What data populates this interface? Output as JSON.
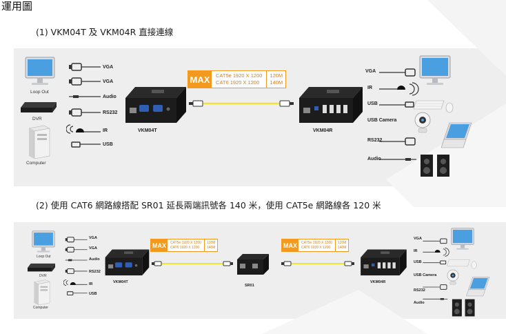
{
  "page_title": "運用圖",
  "colors": {
    "accent_orange": "#f39a1e",
    "cable_yellow": "#f2e332",
    "panel_gray": "#eeeeee",
    "device_black": "#1c1c1c"
  },
  "section1": {
    "title": "(1) VKM04T 及 VKM04R 直接連線",
    "left_labels": [
      "VGA",
      "VGA",
      "Audio",
      "RS232",
      "IR",
      "USB"
    ],
    "left_captions": [
      "Loop Out",
      "DVR",
      "Computer"
    ],
    "transmitter": "VKM04T",
    "receiver": "VKM04R",
    "badge": {
      "max": "MAX",
      "spec1": "CAT5e 1920 X 1200",
      "spec2": "CAT6 1920 X 1200",
      "len1": "120M",
      "len2": "140M"
    },
    "right_labels": [
      "VGA",
      "IR",
      "USB",
      "USB Camera",
      "RS232",
      "Audio"
    ]
  },
  "section2": {
    "title": "(2) 使用 CAT6 網路線搭配 SR01 延長兩端訊號各 140 米，使用 CAT5e 網路線各 120 米",
    "left_labels": [
      "VGA",
      "VGA",
      "Audio",
      "RS232",
      "IR",
      "USB"
    ],
    "left_captions": [
      "Loop Out",
      "DVR",
      "Computer"
    ],
    "transmitter": "VKM04T",
    "repeater": "SR01",
    "receiver": "VKM04R",
    "badge": {
      "max": "MAX",
      "spec1": "CAT5e 1920 X 1200",
      "spec2": "CAT6 1920 X 1200",
      "len1": "120M",
      "len2": "140M"
    },
    "right_labels": [
      "VGA",
      "IR",
      "USB",
      "USB Camera",
      "RS232",
      "Audio"
    ]
  }
}
